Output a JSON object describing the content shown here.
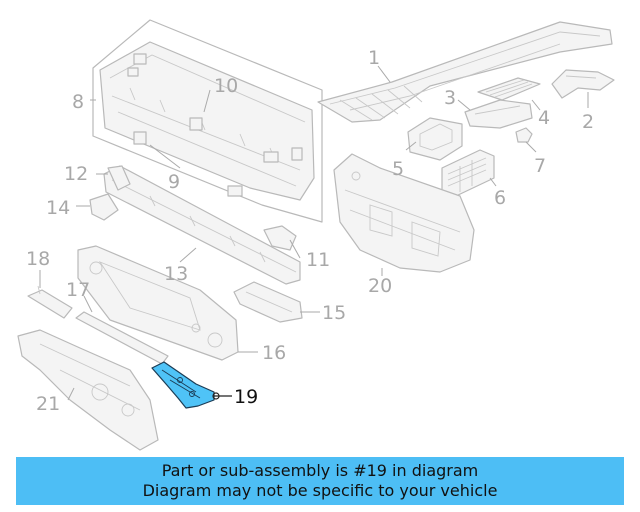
{
  "diagram": {
    "highlight_color": "#4fc3f7",
    "callouts": {
      "c1": "1",
      "c2": "2",
      "c3": "3",
      "c4": "4",
      "c5": "5",
      "c6": "6",
      "c7": "7",
      "c8": "8",
      "c9": "9",
      "c10": "10",
      "c11": "11",
      "c12": "12",
      "c13": "13",
      "c14": "14",
      "c15": "15",
      "c16": "16",
      "c17": "17",
      "c18": "18",
      "c19": "19",
      "c20": "20",
      "c21": "21"
    },
    "highlighted_callout": "19"
  },
  "banner": {
    "line1": "Part or sub-assembly is #19 in diagram",
    "line2": "Diagram may not be specific to your vehicle",
    "color": "#4dbef5"
  }
}
